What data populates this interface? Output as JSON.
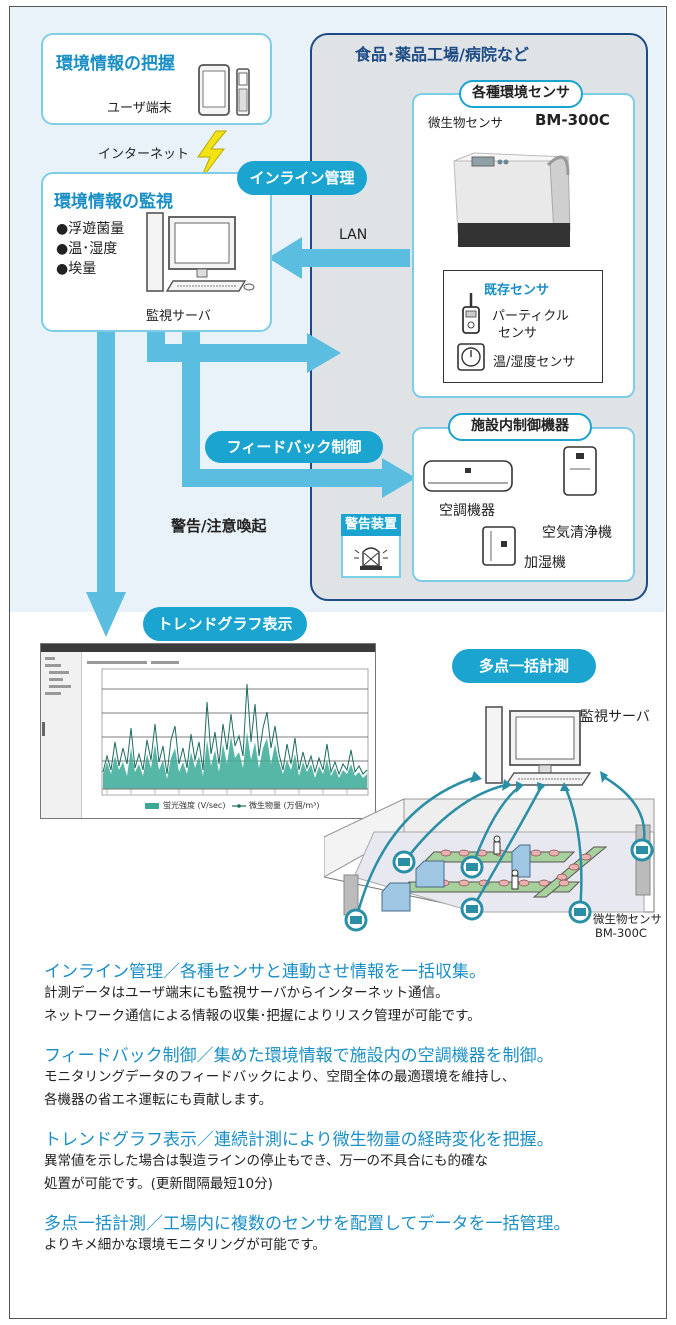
{
  "env_grasp": {
    "title": "環境情報の把握",
    "terminal_label": "ユーザ端末",
    "internet_label": "インターネット"
  },
  "env_monitor": {
    "title": "環境情報の監視",
    "items": [
      "●浮遊菌量",
      "●温･湿度",
      "●埃量"
    ],
    "server_label": "監視サーバ"
  },
  "inline_pill": "インライン管理",
  "facility": {
    "title": "食品･薬品工場/病院など",
    "sensors_pill": "各種環境センサ",
    "bio_sensor_label": "微生物センサ",
    "bio_sensor_model": "BM-300C",
    "existing_title": "既存センサ",
    "particle_label_1": "パーティクル",
    "particle_label_2": "センサ",
    "humidity_label": "温/湿度センサ",
    "control_pill": "施設内制御機器",
    "aircon_label": "空調機器",
    "purifier_label": "空気清浄機",
    "humidifier_label": "加湿機",
    "alarm_title": "警告装置"
  },
  "lan_label": "LAN",
  "feedback_pill": "フィードバック制御",
  "warning_label": "警告/注意喚起",
  "trend_pill": "トレンドグラフ表示",
  "trend_legend_1": "蛍光強度 (V/sec)",
  "trend_legend_2": "微生物量 (万個/m³)",
  "multipoint_pill": "多点一括計測",
  "multipoint_server_label": "監視サーバ",
  "multipoint_sensor_label_1": "微生物センサ",
  "multipoint_sensor_label_2": "BM-300C",
  "sections": [
    {
      "heading": "インライン管理／各種センサと連動させ情報を一括収集。",
      "lines": [
        "計測データはユーザ端末にも監視サーバからインターネット通信。",
        "ネットワーク通信による情報の収集･把握によりリスク管理が可能です。"
      ]
    },
    {
      "heading": "フィードバック制御／集めた環境情報で施設内の空調機器を制御。",
      "lines": [
        "モニタリングデータのフィードバックにより、空間全体の最適環境を維持し、",
        "各機器の省エネ運転にも貢献します。"
      ]
    },
    {
      "heading": "トレンドグラフ表示／連続計測により微生物量の経時変化を把握。",
      "lines": [
        "異常値を示した場合は製造ラインの停止もでき、万一の不具合にも的確な",
        "処置が可能です。(更新間隔最短10分)"
      ]
    },
    {
      "heading": "多点一括計測／工場内に複数のセンサを配置してデータを一括管理。",
      "lines": [
        "よりキメ細かな環境モニタリングが可能です。"
      ]
    }
  ],
  "colors": {
    "accent": "#1aa4cf",
    "light_blue": "#7ecde7",
    "arrow": "#5bbde0",
    "panel": "#e8f2f8",
    "facility_bg": "#dfe3e6",
    "navy": "#1c4b86",
    "teal_graph": "#3aaa96"
  }
}
